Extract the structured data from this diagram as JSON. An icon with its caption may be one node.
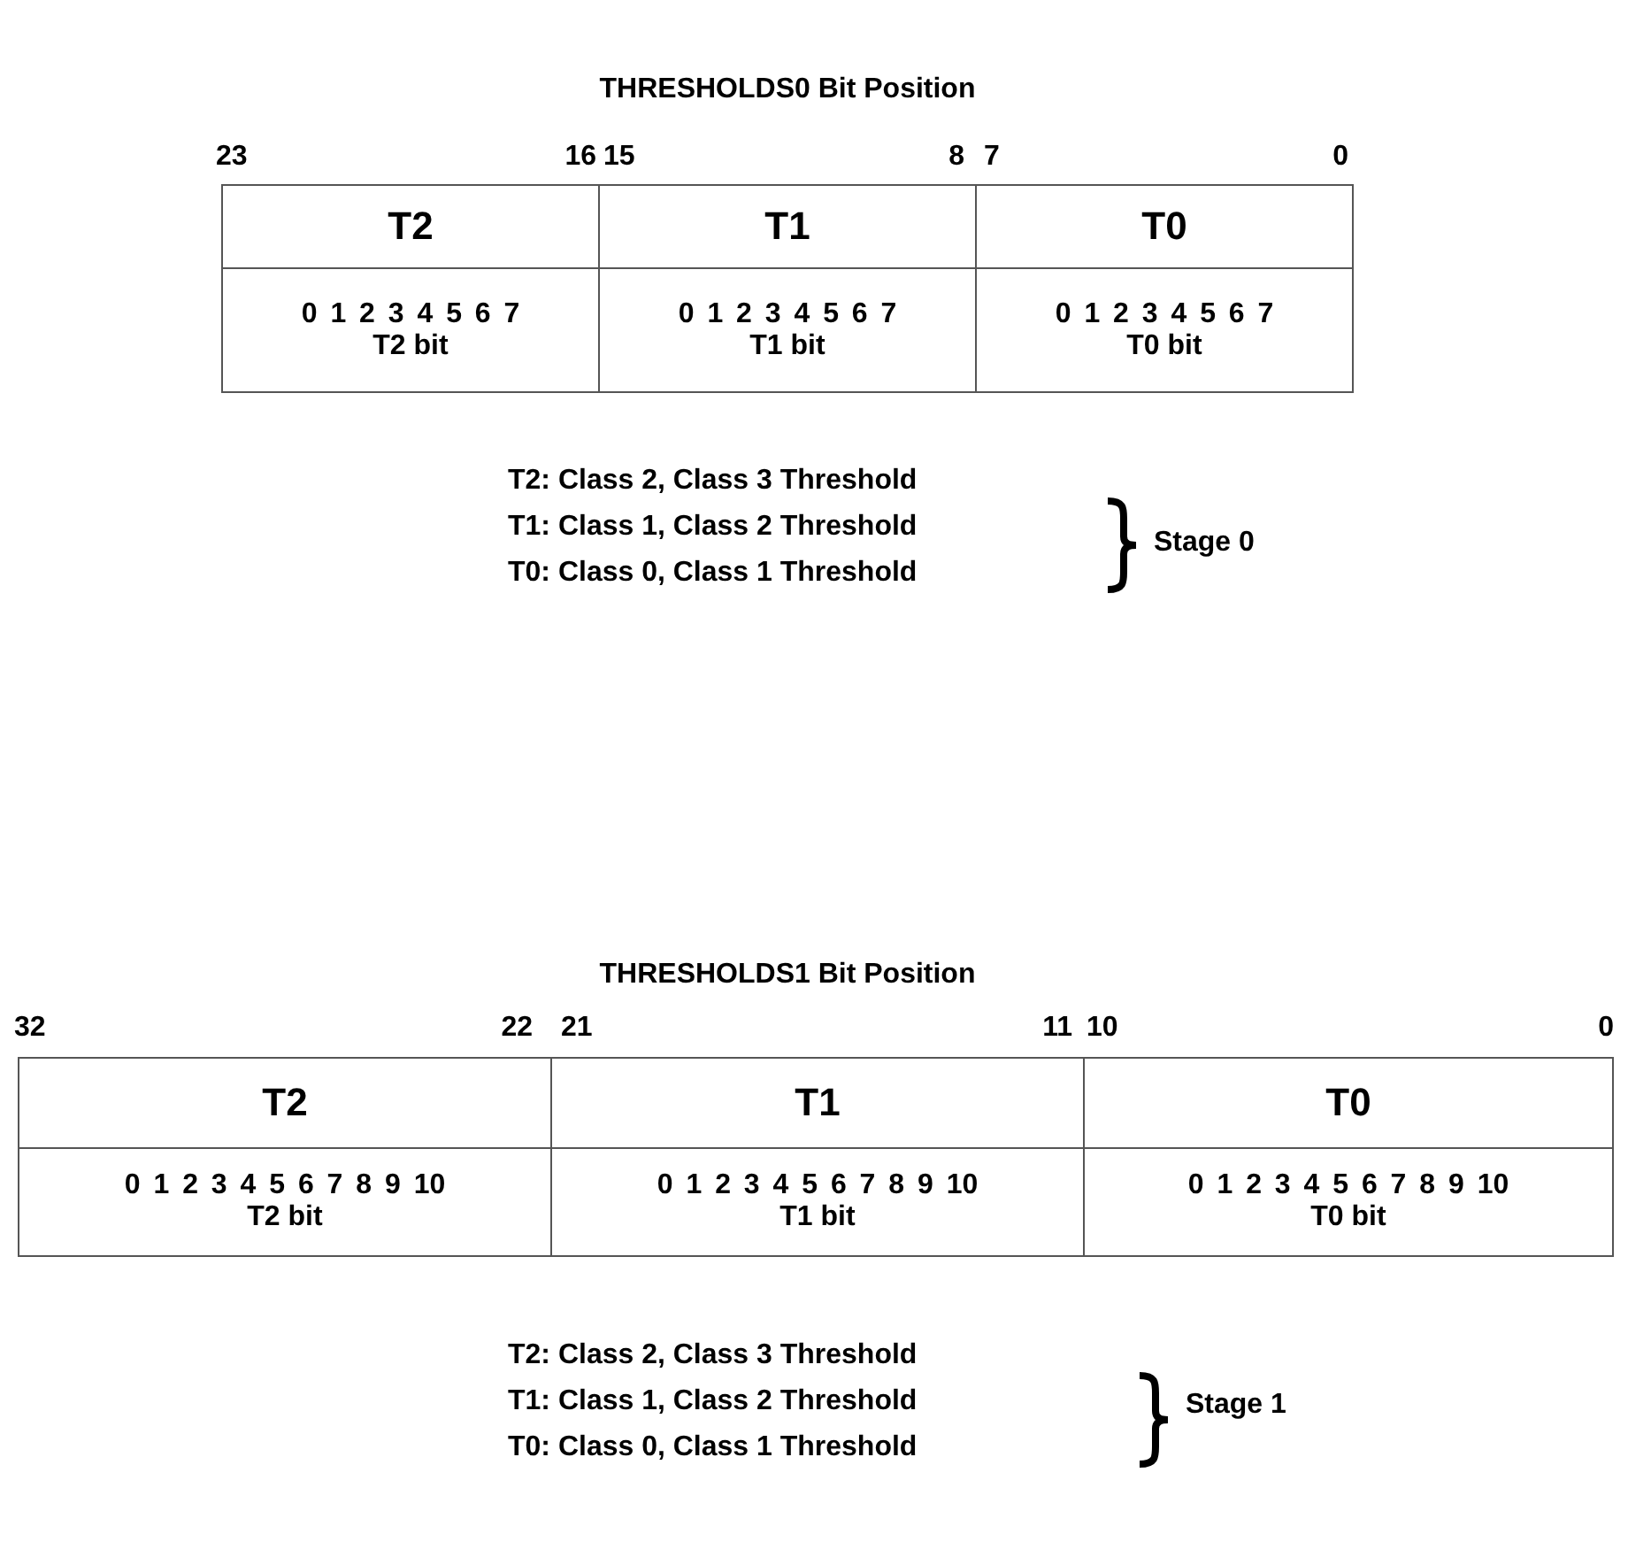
{
  "diagram": {
    "nodes": [
      {
        "text": [
          "T2"
        ]
      },
      {
        "text": [
          "T1"
        ]
      },
      {
        "text": [
          "T0"
        ]
      },
      {
        "text": [
          "0 1 2 3 4 5 6 7",
          "T2 bit"
        ]
      },
      {
        "text": [
          "0 1 2 3 4 5 6 7",
          "T1 bit"
        ]
      },
      {
        "text": [
          "0 1 2 3 4 5 6 7",
          "T0 bit"
        ]
      },
      {
        "text": [
          "T2"
        ]
      },
      {
        "text": [
          "T1"
        ]
      },
      {
        "text": [
          "T0"
        ]
      },
      {
        "text": [
          "0 1 2 3 4 5 6 7 8 9 10",
          "T2 bit"
        ]
      },
      {
        "text": [
          "0 1 2 3 4 5 6 7 8 9 10",
          "T1 bit"
        ]
      },
      {
        "text": [
          "0 1 2 3 4 5 6 7 8 9 10",
          "T0 bit"
        ]
      }
    ],
    "labels": [
      "THRESHOLDS0 Bit Position",
      "23",
      "16",
      "15",
      "8",
      "7",
      "0",
      "T2: Class 2, Class 3 Threshold",
      "T1: Class 1, Class 2 Threshold",
      "T0: Class 0, Class 1 Threshold",
      "Stage 0",
      "THRESHOLDS1 Bit Position",
      "32",
      "22",
      "21",
      "11",
      "10",
      "0",
      "T2: Class 2, Class 3 Threshold",
      "T1: Class 1, Class 2 Threshold",
      "T0: Class 0, Class 1 Threshold",
      "Stage 1"
    ]
  }
}
